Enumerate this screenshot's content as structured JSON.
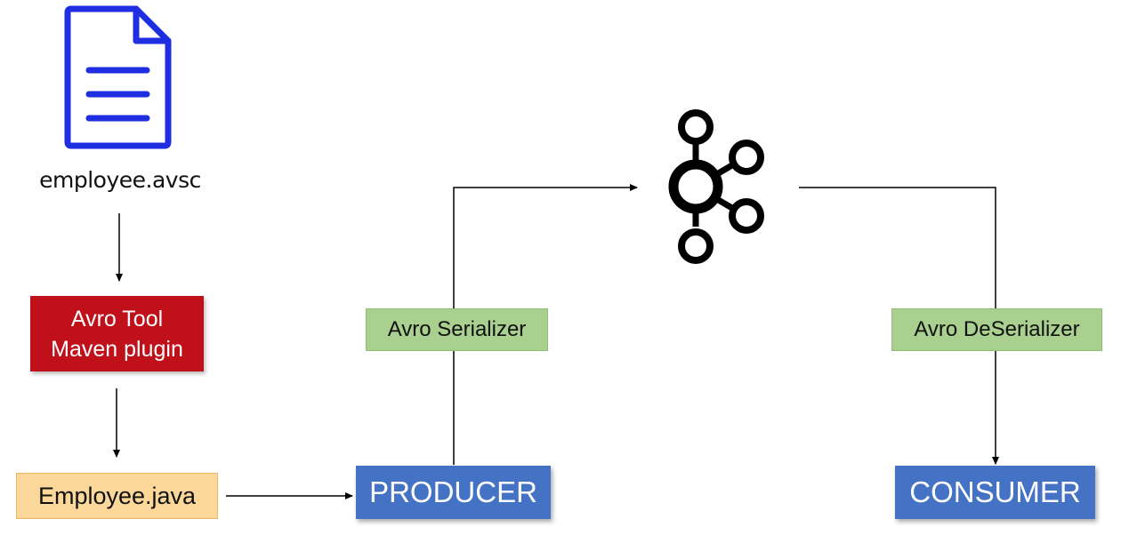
{
  "schema_file": {
    "label": "employee.avsc",
    "icon": "document-icon",
    "icon_color": "#1f2ee0"
  },
  "generator": {
    "label": "Avro Tool\nMaven plugin",
    "color": "#c0111b"
  },
  "generated_class": {
    "label": "Employee.java",
    "color": "#fbd79a"
  },
  "producer": {
    "label": "PRODUCER",
    "color": "#4472c4"
  },
  "consumer": {
    "label": "CONSUMER",
    "color": "#4472c4"
  },
  "serializer": {
    "label": "Avro Serializer",
    "color": "#a9d08e"
  },
  "deserializer": {
    "label": "Avro DeSerializer",
    "color": "#a9d08e"
  },
  "broker": {
    "icon": "kafka-logo-icon"
  }
}
